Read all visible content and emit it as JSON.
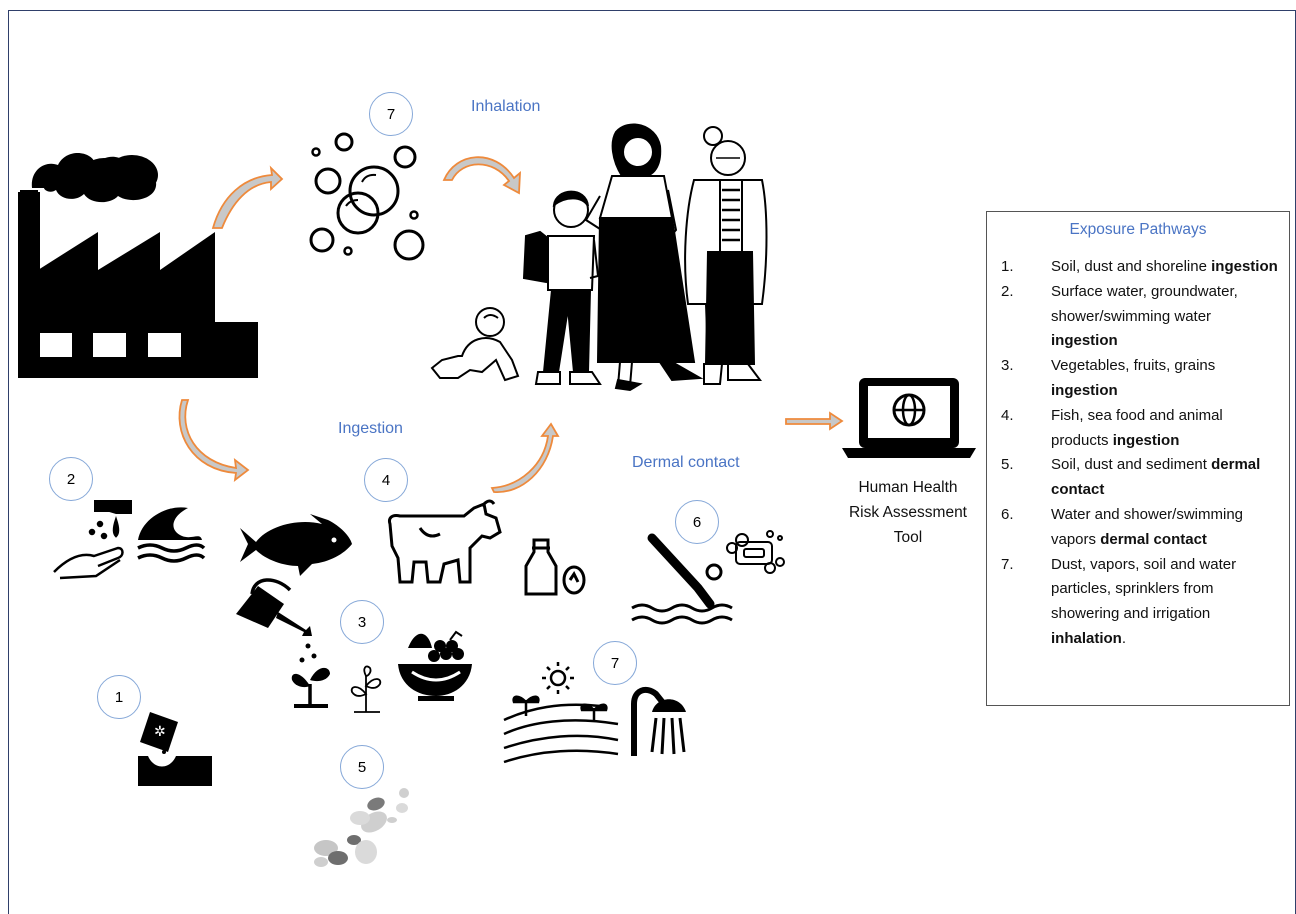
{
  "labels": {
    "inhalation": "Inhalation",
    "ingestion": "Ingestion",
    "dermal_contact": "Dermal contact"
  },
  "markers": [
    "7",
    "2",
    "4",
    "6",
    "3",
    "7",
    "1",
    "5"
  ],
  "tool": {
    "line1": "Human Health",
    "line2": "Risk Assessment",
    "line3": "Tool"
  },
  "legend": {
    "title": "Exposure Pathways",
    "items": [
      {
        "num": "1.",
        "text": "Soil, dust and shoreline",
        "bold": "ingestion",
        "tail": ""
      },
      {
        "num": "2.",
        "text": "Surface water, groundwater, shower/swimming water",
        "bold": "ingestion",
        "tail": ""
      },
      {
        "num": "3.",
        "text": "Vegetables, fruits, grains",
        "bold": "ingestion",
        "tail": ""
      },
      {
        "num": "4.",
        "text": "Fish, sea food and animal products",
        "bold": "ingestion",
        "tail": ""
      },
      {
        "num": "5.",
        "text": "Soil, dust and sediment",
        "bold": "dermal contact",
        "tail": ""
      },
      {
        "num": "6.",
        "text": "Water and shower/swimming vapors",
        "bold": "dermal contact",
        "tail": ""
      },
      {
        "num": "7.",
        "text": "Dust, vapors, soil and water particles, sprinklers from showering and irrigation",
        "bold": "inhalation",
        "tail": "."
      }
    ]
  },
  "colors": {
    "accent_blue": "#4a74c4",
    "circle_border": "#86a8d8",
    "arrow_orange": "#ee8a3c",
    "arrow_fill": "#c8c8c8",
    "frame": "#2f3f6a"
  },
  "icons": [
    "factory-icon",
    "bubbles-icon",
    "family-icon",
    "laptop-globe-icon",
    "hand-tap-icon",
    "wave-icon",
    "fish-icon",
    "cow-icon",
    "milk-egg-icon",
    "diver-icon",
    "soap-icon",
    "watering-can-icon",
    "sprout-icon",
    "fruit-bowl-icon",
    "soil-bag-icon",
    "farm-field-icon",
    "shower-icon",
    "pebbles-icon"
  ]
}
